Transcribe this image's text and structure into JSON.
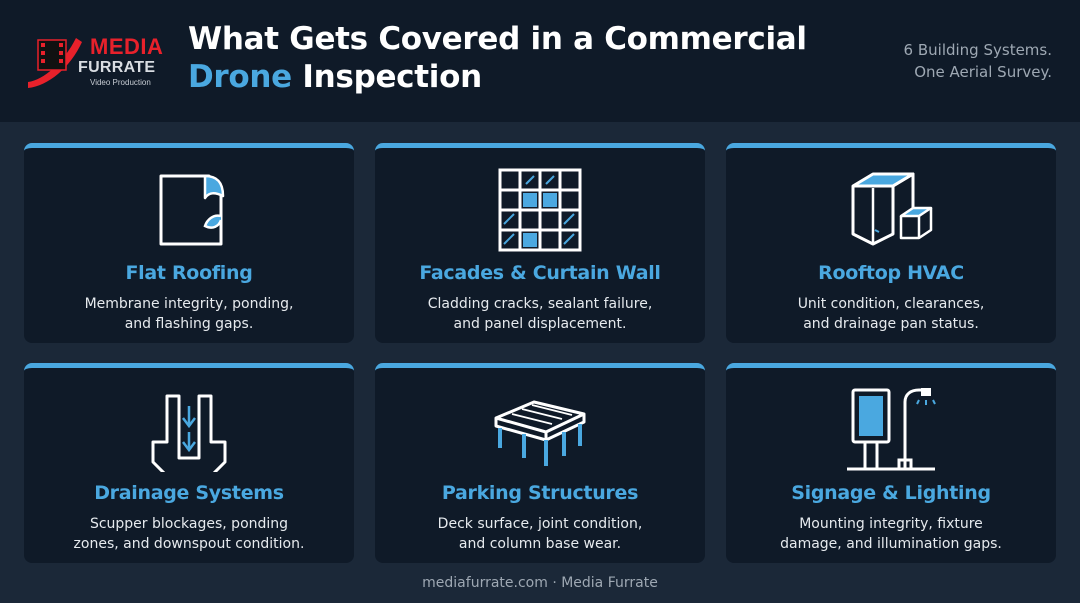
{
  "brand": {
    "name_top": "MEDIA",
    "name_bottom": "FURRATE",
    "subtitle": "Video Production",
    "red": "#e8212b"
  },
  "header": {
    "title_line1": "What Gets Covered in a Commercial",
    "title_accent": "Drone",
    "title_rest": " Inspection",
    "tagline_line1": "6 Building Systems.",
    "tagline_line2": "One Aerial Survey."
  },
  "colors": {
    "accent": "#4aa8e0",
    "card_bg": "#0f1a28",
    "page_bg": "#1b2838"
  },
  "cards": [
    {
      "icon": "flat-roof-icon",
      "title": "Flat Roofing",
      "line1": "Membrane integrity, ponding,",
      "line2": "and flashing gaps."
    },
    {
      "icon": "curtain-wall-icon",
      "title": "Facades & Curtain Wall",
      "line1": "Cladding cracks, sealant failure,",
      "line2": "and panel displacement."
    },
    {
      "icon": "hvac-unit-icon",
      "title": "Rooftop HVAC",
      "line1": "Unit condition, clearances,",
      "line2": "and drainage pan status."
    },
    {
      "icon": "drainage-channel-icon",
      "title": "Drainage Systems",
      "line1": "Scupper blockages, ponding",
      "line2": "zones, and downspout condition."
    },
    {
      "icon": "parking-deck-icon",
      "title": "Parking Structures",
      "line1": "Deck surface, joint condition,",
      "line2": "and column base wear."
    },
    {
      "icon": "sign-and-lamp-icon",
      "title": "Signage & Lighting",
      "line1": "Mounting integrity, fixture",
      "line2": "damage, and illumination gaps."
    }
  ],
  "footer": {
    "text": "mediafurrate.com · Media Furrate"
  }
}
